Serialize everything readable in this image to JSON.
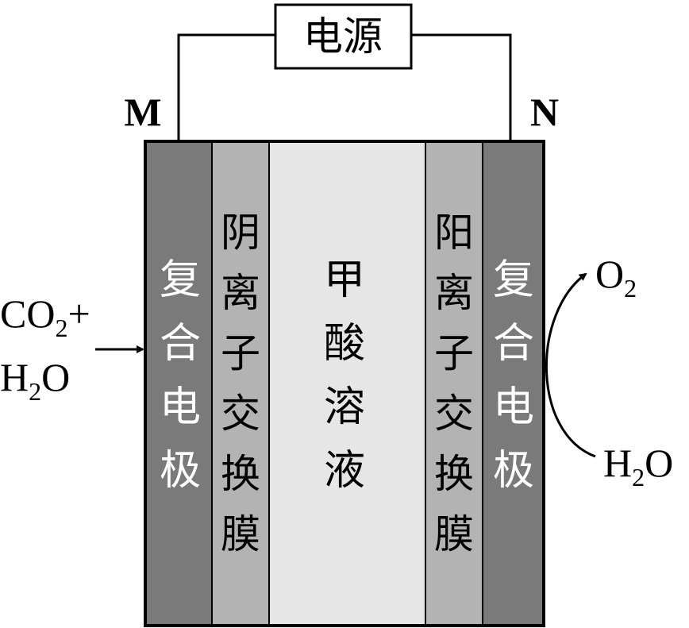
{
  "power_source": {
    "label": "电源"
  },
  "terminals": {
    "left": "M",
    "right": "N"
  },
  "cell": {
    "left_electrode": {
      "label": [
        "复",
        "合",
        "电",
        "极"
      ],
      "color": "#7a7a7a"
    },
    "left_membrane": {
      "label": [
        "阴",
        "离",
        "子",
        "交",
        "换",
        "膜"
      ],
      "color": "#b3b3b3"
    },
    "center_solution": {
      "label": [
        "甲",
        "酸",
        "溶",
        "液"
      ],
      "color": "#e6e6e6"
    },
    "right_membrane": {
      "label": [
        "阳",
        "离",
        "子",
        "交",
        "换",
        "膜"
      ],
      "color": "#b3b3b3"
    },
    "right_electrode": {
      "label": [
        "复",
        "合",
        "电",
        "极"
      ],
      "color": "#7a7a7a"
    }
  },
  "left_input": {
    "line1_main": "CO",
    "line1_sub": "2",
    "line1_tail": "+",
    "line2_main_a": "H",
    "line2_sub": "2",
    "line2_main_b": "O"
  },
  "right_output": {
    "product_main": "O",
    "product_sub": "2",
    "reactant_main_a": "H",
    "reactant_sub": "2",
    "reactant_main_b": "O"
  }
}
